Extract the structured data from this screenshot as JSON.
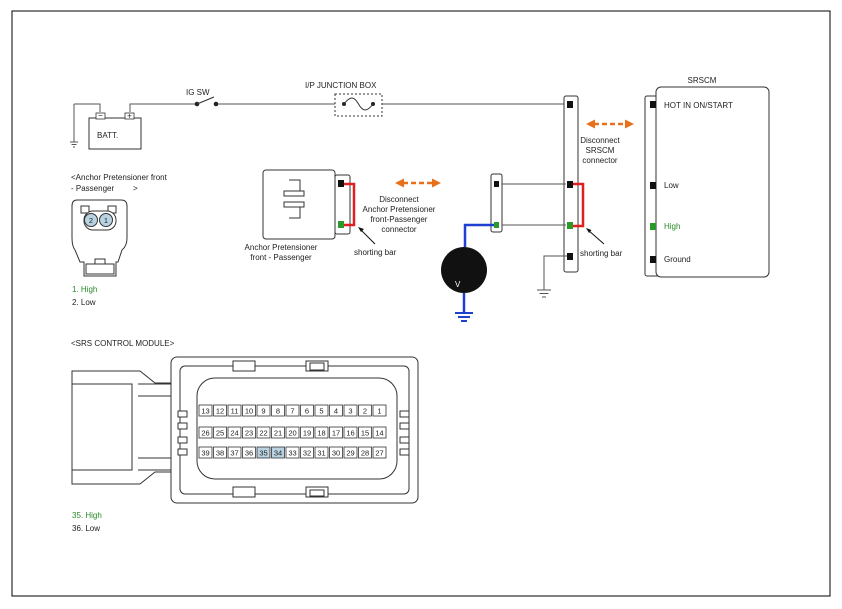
{
  "colors": {
    "wire": "#555555",
    "probe_black": "#000000",
    "probe_red": "#e02020",
    "probe_blue": "#1f3fd0",
    "arrow": "#e8701a",
    "high_pin": "#2a9a2a",
    "label_green": "#2a8a2a",
    "highlight_pin": "#b9d3e3"
  },
  "icons": {
    "meter": "voltmeter-icon",
    "fuse": "fuse-icon",
    "switch": "switch-icon",
    "ground": "ground-icon"
  },
  "circuit": {
    "battery": "BATT.",
    "battery_minus": "−",
    "battery_plus": "+",
    "ig_switch": "IG SW",
    "junction_box": "I/P JUNCTION BOX",
    "meter_label": "V"
  },
  "srscm": {
    "title": "SRSCM",
    "pins": [
      "HOT IN ON/START",
      "Low",
      "High",
      "Ground"
    ]
  },
  "disconnect_srscm": [
    "Disconnect",
    "SRSCM",
    "connector"
  ],
  "disconnect_anchor": [
    "Disconnect",
    "Anchor Pretensioner",
    "front-Passenger",
    "connector"
  ],
  "shorting_bar": "shorting bar",
  "anchor_component": [
    "Anchor Pretensioner",
    "front - Passenger"
  ],
  "anchor_connector": {
    "title_lines": [
      "<Anchor Pretensioner front",
      "- Passenger",
      ">"
    ],
    "pins": [
      "2",
      "1"
    ],
    "legend": [
      "1. High",
      "2. Low"
    ]
  },
  "srs_module": {
    "title": "<SRS CONTROL MODULE>",
    "rows": [
      [
        "13",
        "12",
        "11",
        "10",
        "9",
        "8",
        "7",
        "6",
        "5",
        "4",
        "3",
        "2",
        "1"
      ],
      [
        "26",
        "25",
        "24",
        "23",
        "22",
        "21",
        "20",
        "19",
        "18",
        "17",
        "16",
        "15",
        "14"
      ],
      [
        "39",
        "38",
        "37",
        "36",
        "35",
        "34",
        "33",
        "32",
        "31",
        "30",
        "29",
        "28",
        "27"
      ]
    ],
    "highlighted": [
      "35",
      "34"
    ],
    "legend": [
      "35. High",
      "36. Low"
    ]
  }
}
